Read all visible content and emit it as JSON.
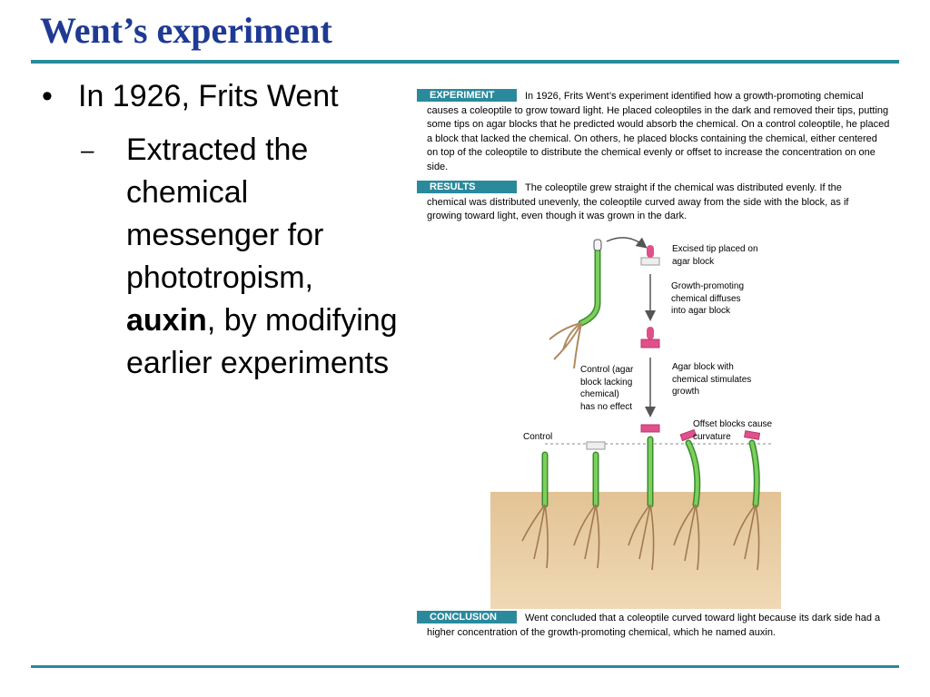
{
  "slide": {
    "title": "Went’s experiment",
    "bullet_symbol": "•",
    "bullet1": "In 1926, Frits Went",
    "sub_dash": "–",
    "sub_part1": "Extracted the chemical messenger for phototropism, ",
    "sub_bold": "auxin",
    "sub_part2": ", by modifying earlier experiments"
  },
  "figure": {
    "experiment_tag": "EXPERIMENT",
    "experiment_text": "In 1926, Frits Went’s experiment identified how a growth-promoting chemical causes a coleoptile to grow toward light. He placed coleoptiles in the dark and removed their tips, putting some tips on agar blocks that he predicted would absorb the chemical. On a control coleoptile, he placed a block that lacked the chemical. On others, he placed blocks containing the chemical, either centered on top of the coleoptile to distribute the chemical evenly or offset to increase the concentration on one side.",
    "results_tag": "RESULTS",
    "results_text": "The coleoptile grew straight if the chemical was distributed evenly. If the chemical was distributed unevenly, the coleoptile curved away from the side with the block, as if growing toward light, even though it was grown in the dark.",
    "conclusion_tag": "CONCLUSION",
    "conclusion_text": "Went concluded that a coleoptile curved toward light because its dark side had a higher concentration of the growth-promoting chemical, which he named auxin.",
    "labels": {
      "excised_tip": "Excised tip placed on agar block",
      "diffuses": "Growth-promoting chemical diffuses into agar block",
      "agar_with_chemical": "Agar block with chemical stimulates growth",
      "control_desc": "Control (agar block lacking chemical) has no effect",
      "control": "Control",
      "offset": "Offset blocks cause curvature"
    }
  },
  "colors": {
    "title": "#1f3a93",
    "accent_teal": "#2a8a9c",
    "agar_pink": "#e0508a",
    "stem_green": "#6cc24a",
    "soil": "#e6c99e"
  }
}
